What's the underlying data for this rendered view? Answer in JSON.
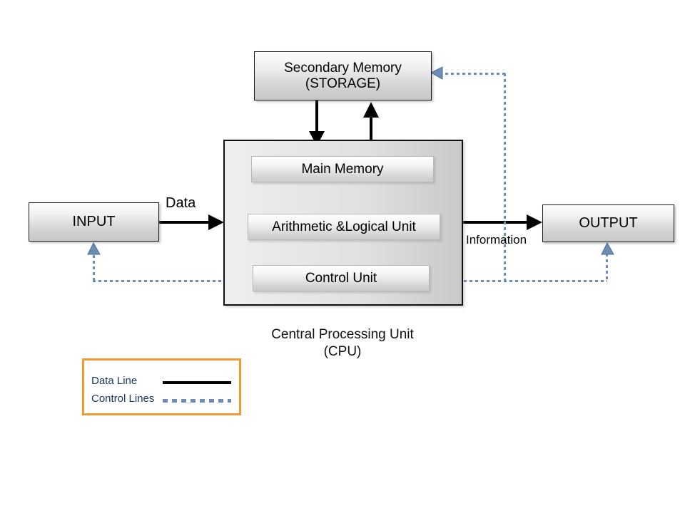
{
  "diagram": {
    "title_caption": "Central Processing Unit",
    "title_caption_sub": "(CPU)",
    "nodes": {
      "secondary_memory_line1": "Secondary Memory",
      "secondary_memory_line2": "(STORAGE)",
      "main_memory": "Main Memory",
      "alu": "Arithmetic &Logical Unit",
      "control_unit": "Control Unit",
      "input": "INPUT",
      "output": "OUTPUT"
    },
    "edge_labels": {
      "data": "Data",
      "information": "Information"
    },
    "legend": {
      "data_line": "Data Line",
      "control_lines": "Control Lines"
    },
    "colors": {
      "data_line": "#000000",
      "control_line": "#6E8CB4",
      "legend_border": "#ED9B33",
      "legend_text": "#1F3864",
      "box_border": "#1A1A1A",
      "background": "#FFFFFF"
    }
  }
}
